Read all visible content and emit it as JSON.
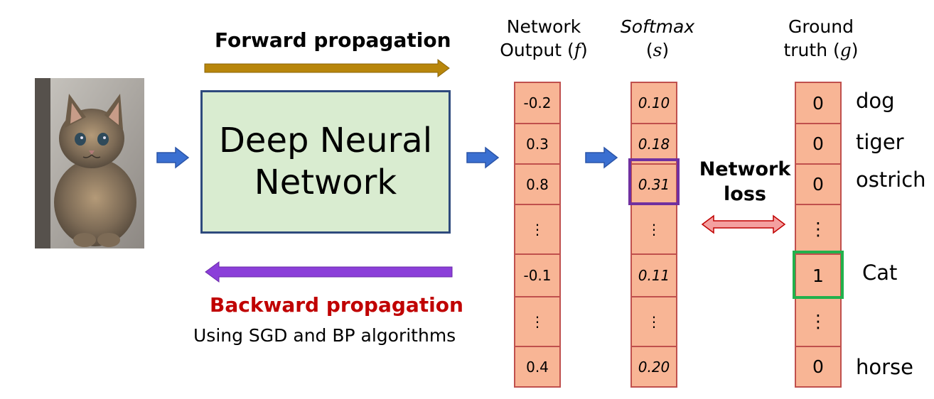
{
  "forward_label": "Forward propagation",
  "backward_label": "Backward propagation",
  "backward_sub": "Using SGD and BP algorithms",
  "dnn_line1": "Deep Neural",
  "dnn_line2": "Network",
  "output_header": {
    "line1": "Network",
    "line2_prefix": "Output (",
    "var": "f",
    "line2_suffix": ")"
  },
  "softmax_header": {
    "line1": "Softmax",
    "line2_prefix": "(",
    "var": "s",
    "line2_suffix": ")"
  },
  "gt_header": {
    "line1": "Ground",
    "line2_prefix": "truth (",
    "var": "g",
    "line2_suffix": ")"
  },
  "network_output": [
    "-0.2",
    "0.3",
    "0.8",
    "⋮",
    "-0.1",
    "⋮",
    "0.4"
  ],
  "softmax": [
    "0.10",
    "0.18",
    "0.31",
    "⋮",
    "0.11",
    "⋮",
    "0.20"
  ],
  "ground_truth": [
    "0",
    "0",
    "0",
    "⋮",
    "1",
    "⋮",
    "0"
  ],
  "classes": [
    "dog",
    "tiger",
    "ostrich",
    "",
    "Cat",
    "",
    "horse"
  ],
  "loss_label_1": "Network",
  "loss_label_2": "loss",
  "colors": {
    "forward_arrow": "#b8860b",
    "backward_arrow": "#8b3fd9",
    "backward_text": "#c00000",
    "dnn_fill": "#d9ecd0",
    "dnn_border": "#2e4a7d",
    "cell_fill": "#f8b595",
    "cell_border": "#c0504d",
    "softmax_highlight": "#7030a0",
    "gt_highlight": "#22b14c",
    "flow_arrow": "#3a6fd1",
    "loss_arrow": "#f4a0a0"
  }
}
